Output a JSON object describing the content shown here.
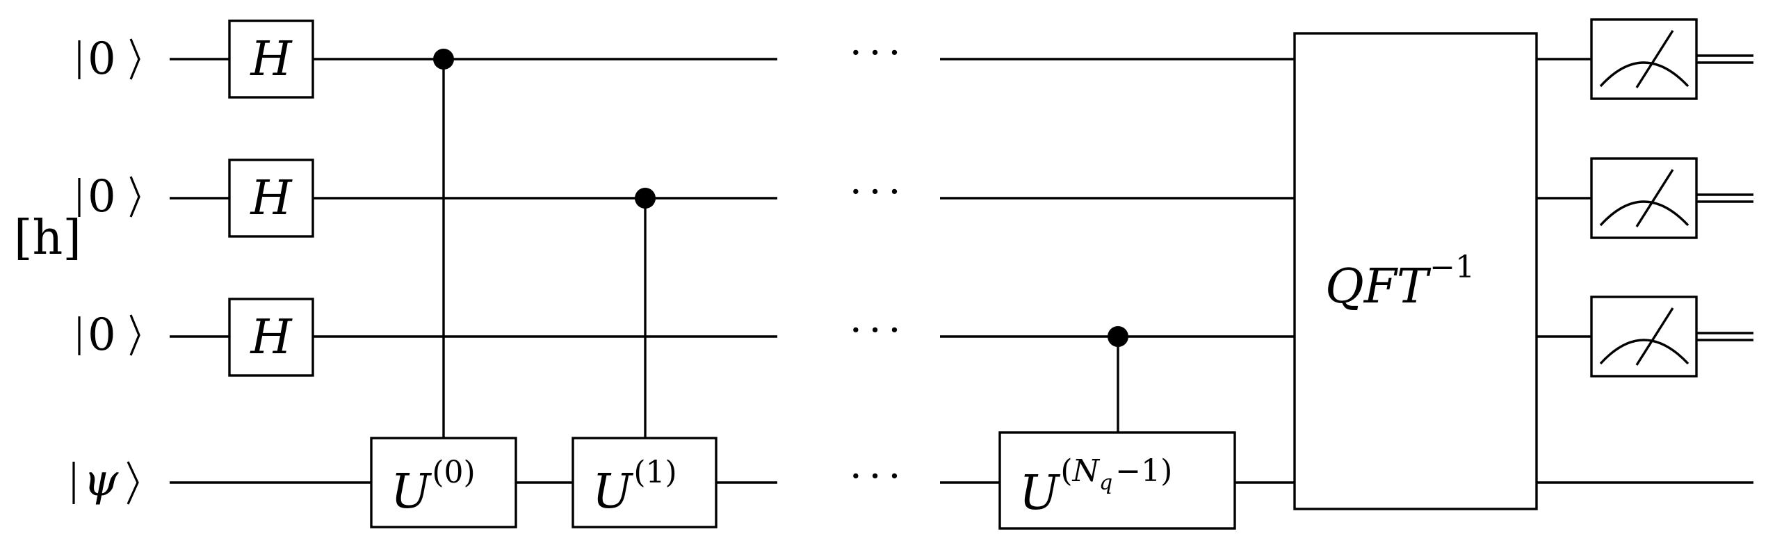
{
  "stray_label": "[h]",
  "qubits": [
    {
      "ket": "0"
    },
    {
      "ket": "0"
    },
    {
      "ket": "0"
    },
    {
      "ket": "ψ"
    }
  ],
  "hadamard_label": "H",
  "unitary": {
    "base": "U",
    "gates": [
      {
        "superscript": "(0)"
      },
      {
        "superscript": "(1)"
      },
      {
        "superscript_open": "(",
        "sup_symbol": "N",
        "sup_subscript": "q",
        "superscript_close": "−1)"
      }
    ]
  },
  "ellipsis": "···",
  "qft": {
    "label": "QFT",
    "exponent": "−1"
  },
  "colors": {
    "ink": "#000000",
    "background": "#ffffff"
  },
  "icons": [
    "measurement-meter-icon",
    "control-dot-icon"
  ]
}
